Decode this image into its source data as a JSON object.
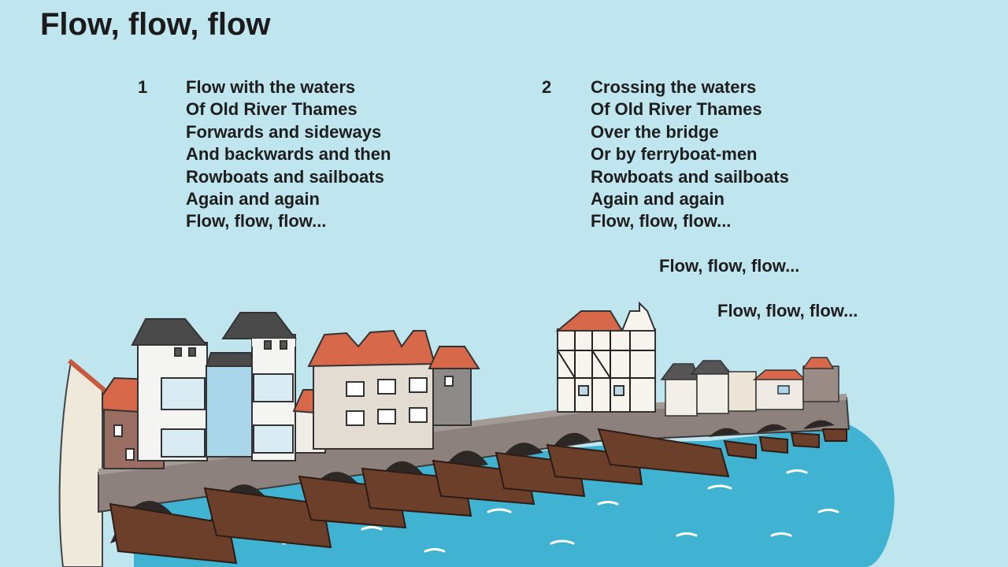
{
  "title": "Flow, flow, flow",
  "verses": [
    {
      "number": "1",
      "lines": [
        "Flow with the waters",
        "Of Old River Thames",
        "Forwards and sideways",
        "And backwards and then",
        "Rowboats and sailboats",
        "Again and again",
        "Flow, flow, flow..."
      ]
    },
    {
      "number": "2",
      "lines": [
        "Crossing the waters",
        "Of Old River Thames",
        "Over the bridge",
        "Or by ferryboat-men",
        "Rowboats and sailboats",
        "Again and again",
        "Flow, flow, flow..."
      ]
    }
  ],
  "echoes": [
    "Flow, flow, flow...",
    "Flow, flow, flow..."
  ],
  "illustration": {
    "subject": "old-london-bridge-with-houses-over-river",
    "colors": {
      "background": "#bfe5ee",
      "water": "#3fb3d1",
      "stone": "#8a7f7a",
      "pier": "#6b3f2a",
      "roof": "#d8684a"
    }
  }
}
